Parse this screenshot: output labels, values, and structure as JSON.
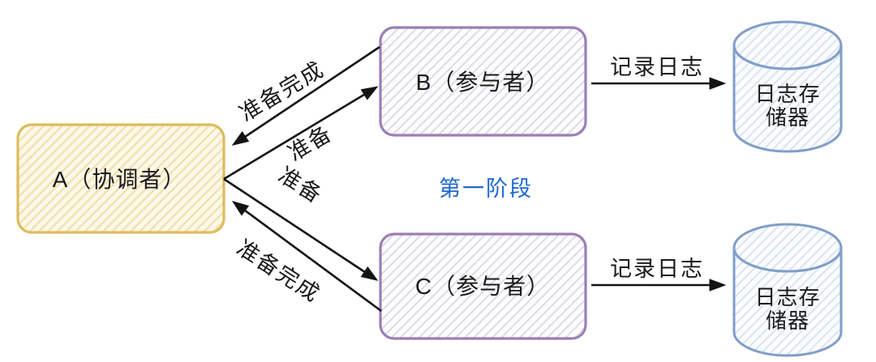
{
  "diagram": {
    "phase_label": {
      "text": "第一阶段",
      "color": "#2068D0"
    },
    "text_color": "#1A1A1A",
    "nodes": {
      "coordinator": {
        "label": "A（协调者）",
        "border_color": "#DEBB5C"
      },
      "participant_b": {
        "label": "B（参与者）",
        "border_color": "#9C7EB6"
      },
      "participant_c": {
        "label": "C（参与者）",
        "border_color": "#9C7EB6"
      },
      "log_store_b": {
        "label": "日志存储器",
        "label_lines": [
          "日志存",
          "储器"
        ],
        "border_color": "#809EC9"
      },
      "log_store_c": {
        "label": "日志存储器",
        "label_lines": [
          "日志存",
          "储器"
        ],
        "border_color": "#809EC9"
      }
    },
    "edges": {
      "b_to_a": {
        "label": "准备完成",
        "color": "#141414"
      },
      "a_to_b": {
        "label": "准备",
        "color": "#141414"
      },
      "a_to_c": {
        "label": "准备",
        "color": "#141414"
      },
      "c_to_a": {
        "label": "准备完成",
        "color": "#141414"
      },
      "b_to_log": {
        "label": "记录日志",
        "color": "#141414"
      },
      "c_to_log": {
        "label": "记录日志",
        "color": "#141414"
      }
    }
  }
}
